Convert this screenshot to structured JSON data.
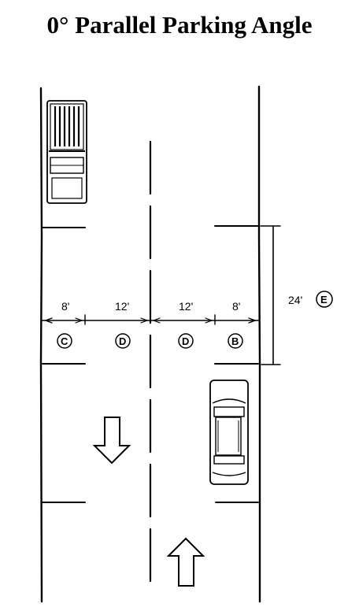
{
  "title": "0° Parallel Parking Angle",
  "dimensions": {
    "stall_width_left": "8'",
    "lane_left": "12'",
    "lane_right": "12'",
    "stall_width_right": "8'",
    "stall_length": "24'"
  },
  "codes": {
    "stall_left": "C",
    "lane_left": "D",
    "lane_right": "D",
    "stall_right": "B",
    "stall_length": "E"
  },
  "icons": [
    "truck-icon",
    "car-icon",
    "arrow-down-icon",
    "arrow-up-icon"
  ]
}
